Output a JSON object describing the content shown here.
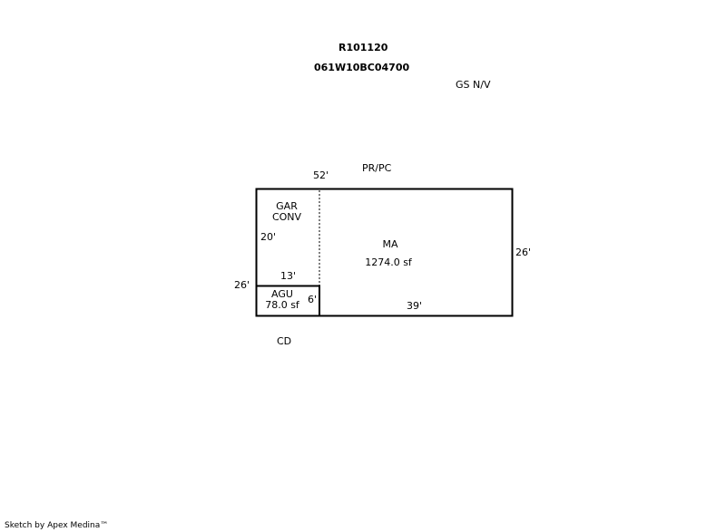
{
  "header": {
    "parcel_id": "R101120",
    "map_number": "061W10BC04700",
    "site_note": "GS N/V"
  },
  "labels": {
    "top_note": "PR/PC",
    "bottom_note": "CD"
  },
  "dimensions": {
    "top": "52'",
    "right": "26'",
    "left": "26'",
    "gar_height": "20'",
    "gar_width": "13'",
    "agu_height": "6'",
    "ma_bottom": "39'"
  },
  "areas": {
    "gar": {
      "line1": "GAR",
      "line2": "CONV"
    },
    "ma": {
      "code": "MA",
      "area": "1274.0 sf"
    },
    "agu": {
      "code": "AGU",
      "area": "78.0 sf"
    }
  },
  "footer": {
    "credit": "Sketch by Apex Medina™"
  }
}
